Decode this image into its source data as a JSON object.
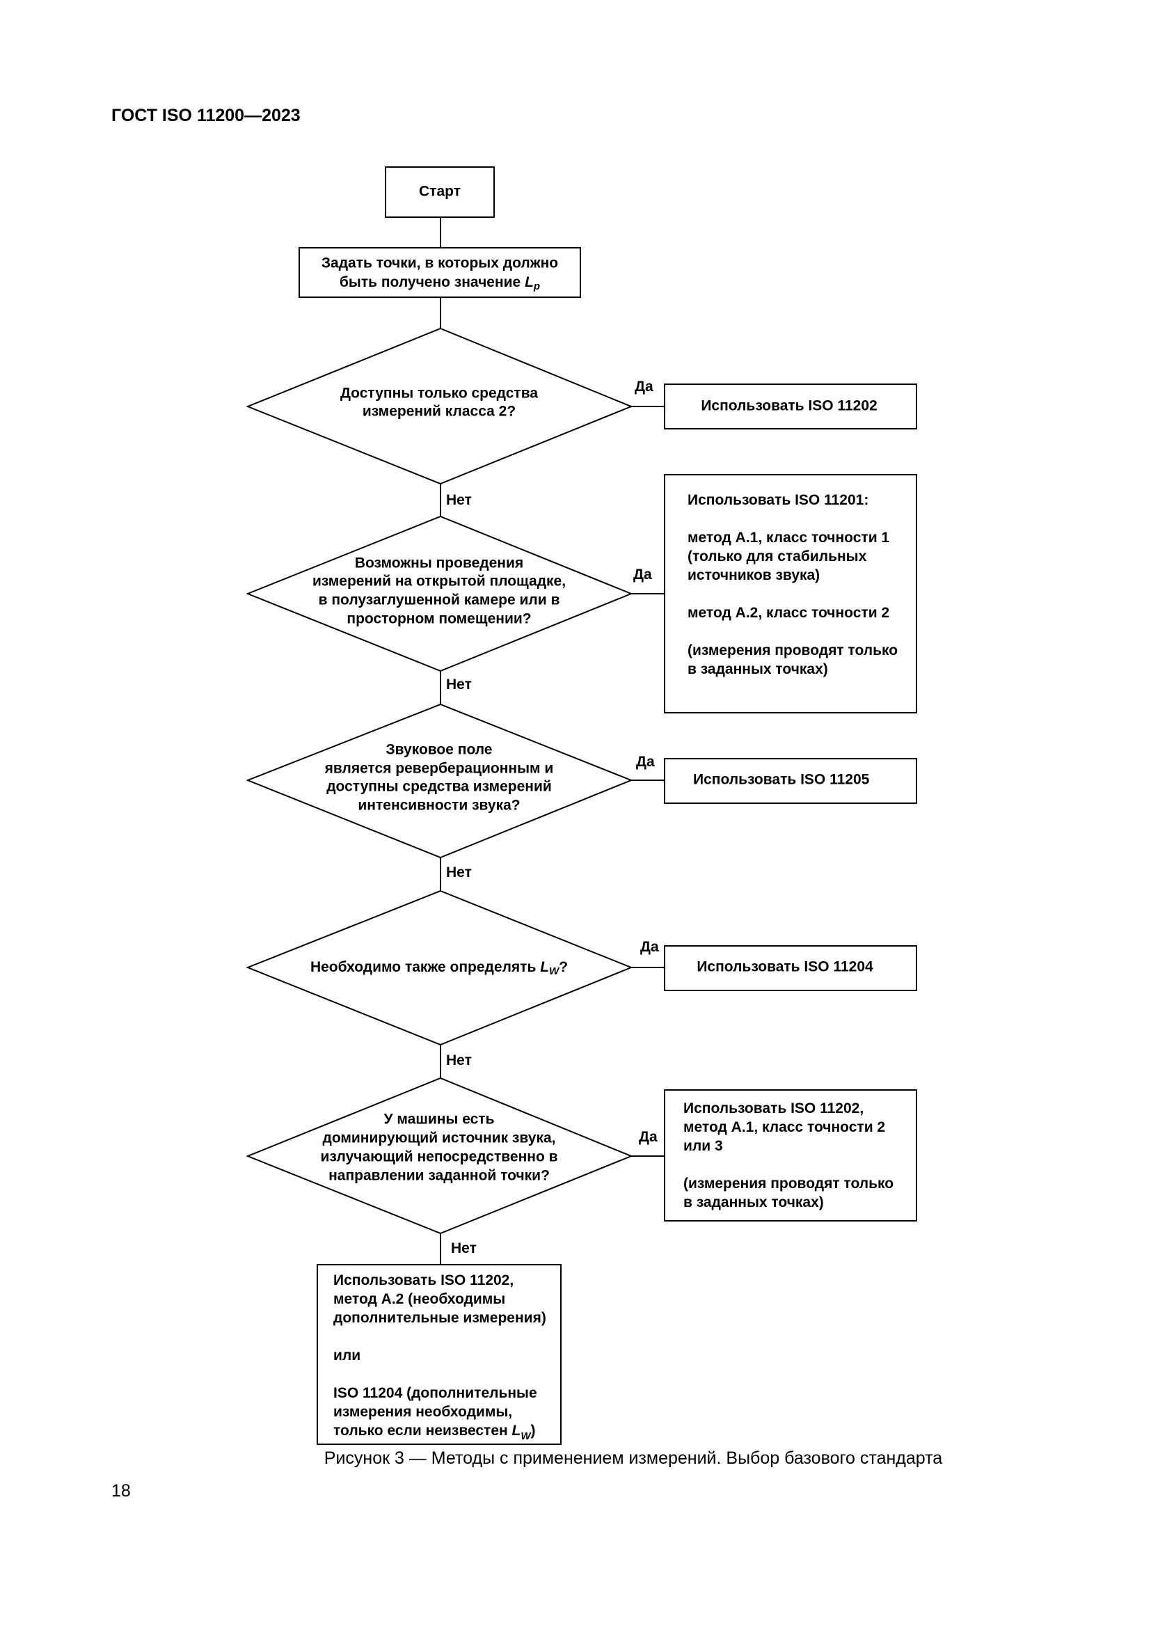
{
  "header": "ГОСТ ISO 11200—2023",
  "page_number": "18",
  "caption": "Рисунок 3 — Методы с применением измерений. Выбор базового стандарта",
  "flow": {
    "start": "Старт",
    "step1": {
      "line1": "Задать точки, в которых должно",
      "line2_prefix": "быть получено значение ",
      "var": "L",
      "sub": "p"
    },
    "q1": {
      "line1": "Доступны только средства",
      "line2": "измерений класса 2?"
    },
    "q2": {
      "line1": "Возможны проведения",
      "line2": "измерений на открытой площадке,",
      "line3": "в полузаглушенной камере или в",
      "line4": "просторном помещении?"
    },
    "q3": {
      "line1": "Звуковое поле",
      "line2": "является реверберационным и",
      "line3": "доступны средства измерений",
      "line4": "интенсивности звука?"
    },
    "q4": {
      "prefix": "Необходимо также определять ",
      "var": "L",
      "sub": "W",
      "suffix": "?"
    },
    "q5": {
      "line1": "У машины есть",
      "line2": "доминирующий источник звука,",
      "line3": "излучающий непосредственно в",
      "line4": "направлении заданной точки?"
    },
    "yes": "Да",
    "no": "Нет",
    "r1": "Использовать ISO 11202",
    "r2": {
      "line1": "Использовать ISO 11201:",
      "line2": "метод А.1, класс точности 1",
      "line3": "(только для стабильных",
      "line4": "источников звука)",
      "line5": "метод А.2, класс точности 2",
      "line6": "(измерения проводят только",
      "line7": "в заданных точках)"
    },
    "r3": "Использовать ISO 11205",
    "r4": "Использовать ISO 11204",
    "r5": {
      "line1": "Использовать ISO 11202,",
      "line2": "метод А.1, класс точности 2",
      "line3": "или 3",
      "line4": "(измерения проводят только",
      "line5": "в заданных точках)"
    },
    "final": {
      "line1": "Использовать ISO 11202,",
      "line2": "метод А.2 (необходимы",
      "line3": "дополнительные измерения)",
      "line4": "или",
      "line5": "ISO 11204 (дополнительные",
      "line6": "измерения необходимы,",
      "line7_prefix": "только если неизвестен ",
      "var": "L",
      "sub": "W",
      "line7_suffix": ")"
    }
  }
}
